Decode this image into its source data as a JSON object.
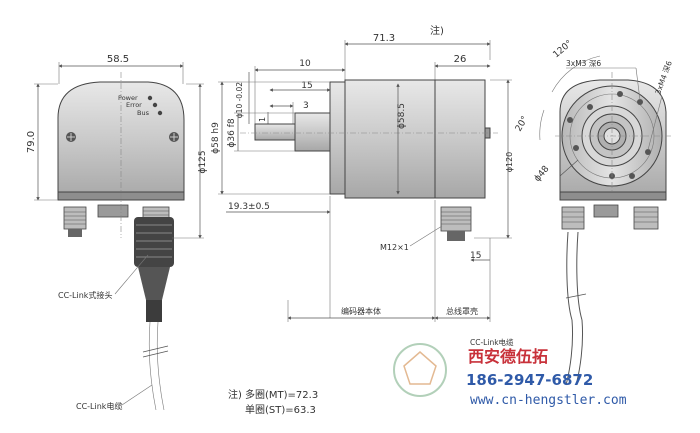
{
  "front_view": {
    "width_dim": "58.5",
    "height_dim": "79.0",
    "total_height_dim": "ϕ125",
    "led_labels": [
      "Power",
      "Error",
      "Bus"
    ],
    "connector_label": "CC-Link式接头",
    "cable_label": "CC-Link电缆"
  },
  "side_view": {
    "note_marker": "注)",
    "total_length": "71.3",
    "dim_10": "10",
    "dim_15_top": "15",
    "dim_3": "3",
    "dim_1": "1",
    "dim_26": "26",
    "shaft_dia": "ϕ10 -0.02",
    "d58": "ϕ58 h9",
    "d36": "ϕ36 f8",
    "body_dia": "ϕ58.5",
    "flange_offset": "19.3±0.5",
    "thread": "M12×1",
    "dim_15_bottom": "15",
    "height_dim": "ϕ120",
    "encoder_body_label": "编码器本体",
    "bus_cover_label": "总线罩壳",
    "cable_label": "CC-Link电缆"
  },
  "flange_view": {
    "angle_120": "120°",
    "angle_20": "20°",
    "holes_m3": "3xM3 深6",
    "holes_m4": "3xM4 深6",
    "pcd": "ϕ48"
  },
  "note": {
    "marker": "注)",
    "line1": "多圈(MT)=72.3",
    "line2": "单圈(ST)=63.3"
  },
  "watermark": {
    "company": "西安德伍拓",
    "phone": "186-2947-6872",
    "website": "www.cn-hengstler.com",
    "cable_text": "CC-Link电缆"
  },
  "colors": {
    "body_fill": "#d4d4d4",
    "watermark_red": "#c8313a",
    "watermark_blue": "#2f5aa8"
  }
}
